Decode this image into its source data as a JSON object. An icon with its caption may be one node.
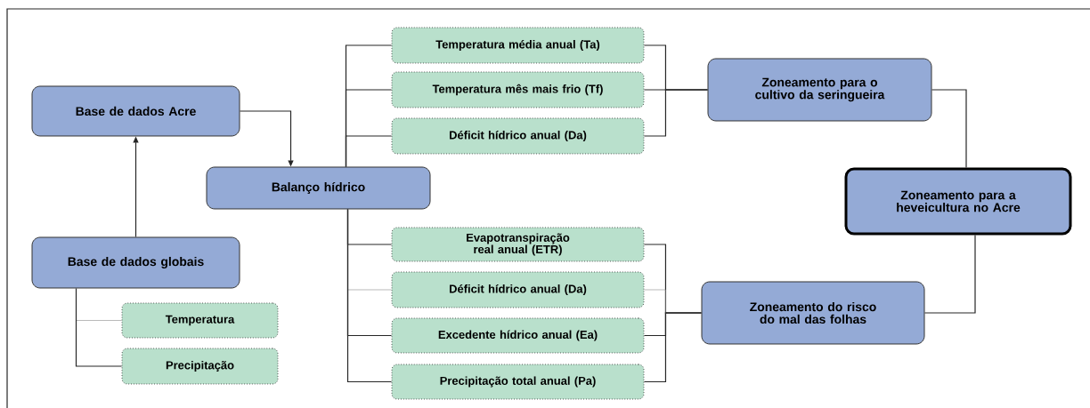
{
  "diagram": {
    "nodes": [
      {
        "text": [
          "Base de dados Acre"
        ]
      },
      {
        "text": [
          "Balanço hídrico"
        ]
      },
      {
        "text": [
          "Base de dados globais"
        ]
      },
      {
        "text": [
          "Temperatura"
        ]
      },
      {
        "text": [
          "Precipitação"
        ]
      },
      {
        "text": [
          "Temperatura média anual (Ta)"
        ]
      },
      {
        "text": [
          "Temperatura mês mais frio (Tf)"
        ]
      },
      {
        "text": [
          "Déficit hídrico anual (Da)"
        ]
      },
      {
        "text": [
          "Evapotranspiração real anual (ETR)"
        ]
      },
      {
        "text": [
          "Déficit hídrico anual (Da)"
        ]
      },
      {
        "text": [
          "Excedente hídrico anual (Ea)"
        ]
      },
      {
        "text": [
          "Precipitação total anual (Pa)"
        ]
      },
      {
        "text": [
          "Zoneamento para o cultivo da seringueira"
        ]
      },
      {
        "text": [
          "Zoneamento para a heveicultura no Acre"
        ]
      },
      {
        "text": [
          "Zoneamento do risco do mal das folhas"
        ]
      }
    ],
    "edges": [
      {
        "from": 2,
        "to": 0,
        "arrow": "to"
      },
      {
        "from": 0,
        "to": 1,
        "arrow": "to"
      },
      {
        "from": 2,
        "to": 3,
        "arrow": "none",
        "color": "#8a8a8a"
      },
      {
        "from": 2,
        "to": 4,
        "arrow": "none"
      },
      {
        "from": 1,
        "to": 5,
        "arrow": "none"
      },
      {
        "from": 1,
        "to": 6,
        "arrow": "none"
      },
      {
        "from": 1,
        "to": 7,
        "arrow": "none"
      },
      {
        "from": 1,
        "to": 8,
        "arrow": "none"
      },
      {
        "from": 1,
        "to": 9,
        "arrow": "none",
        "color": "#8a8a8a"
      },
      {
        "from": 1,
        "to": 10,
        "arrow": "none"
      },
      {
        "from": 1,
        "to": 11,
        "arrow": "none"
      },
      {
        "from": 5,
        "to": 12,
        "arrow": "none"
      },
      {
        "from": 6,
        "to": 12,
        "arrow": "none"
      },
      {
        "from": 7,
        "to": 12,
        "arrow": "none"
      },
      {
        "from": 8,
        "to": 14,
        "arrow": "none"
      },
      {
        "from": 9,
        "to": 14,
        "arrow": "none",
        "color": "#8a8a8a"
      },
      {
        "from": 10,
        "to": 14,
        "arrow": "none"
      },
      {
        "from": 11,
        "to": 14,
        "arrow": "none"
      },
      {
        "from": 12,
        "to": 13,
        "arrow": "none"
      },
      {
        "from": 14,
        "to": 13,
        "arrow": "none"
      }
    ]
  }
}
